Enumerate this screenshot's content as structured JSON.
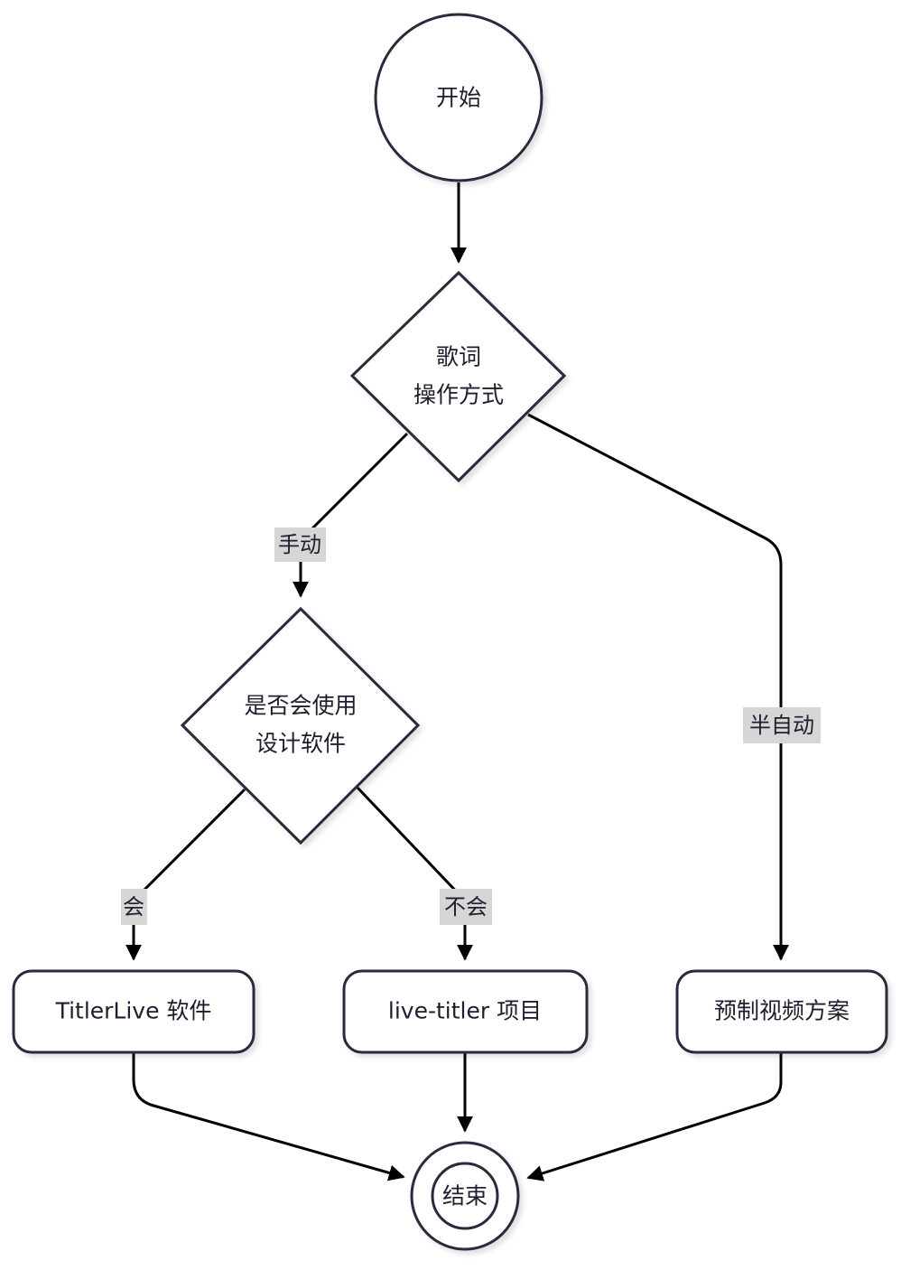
{
  "nodes": {
    "start": "开始",
    "decision_lyrics": [
      "歌词",
      "操作方式"
    ],
    "decision_design": [
      "是否会使用",
      "设计软件"
    ],
    "titlerlive": "TitlerLive 软件",
    "live_titler": "live-titler 项目",
    "prerecorded": "预制视频方案",
    "end": "结束"
  },
  "edge_labels": {
    "manual": "手动",
    "semi_auto": "半自动",
    "yes": "会",
    "no": "不会"
  }
}
